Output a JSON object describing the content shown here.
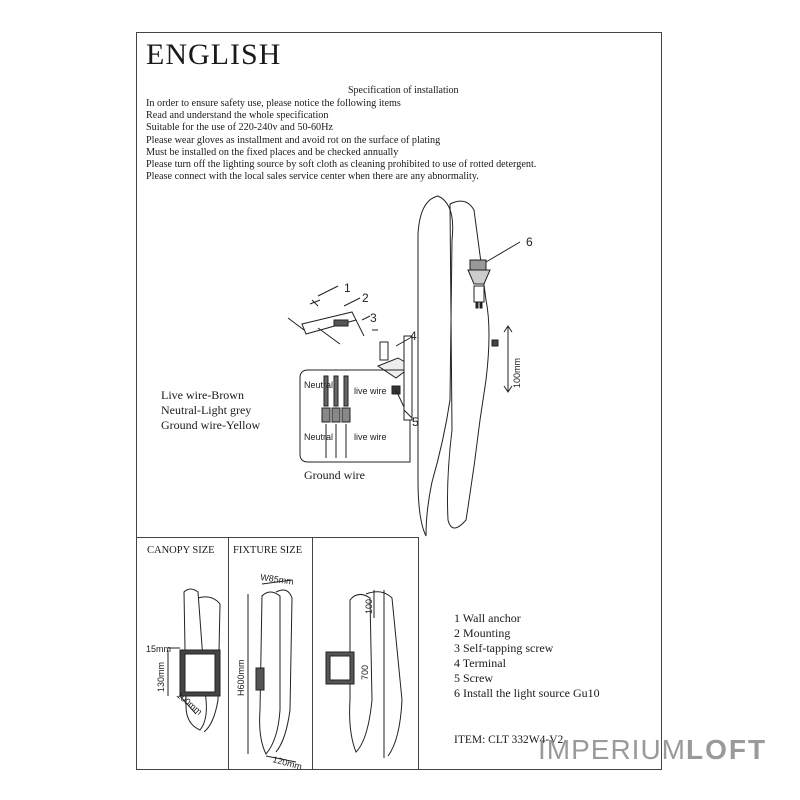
{
  "title": "ENGLISH",
  "spec_title": "Specification of installation",
  "spec_lines": [
    "In order to ensure safety use, please notice the following items",
    "Read and understand the whole specification",
    "Suitable for the use of 220-240v and 50-60Hz",
    "Please wear gloves as installment and avoid rot on the surface of plating",
    "Must be installed on the fixed places and be checked annually",
    "Please turn off the lighting source by soft cloth as cleaning prohibited to use of rotted detergent.",
    "Please connect with the local sales service center when there are any abnormality."
  ],
  "wires": [
    "Live wire-Brown",
    "Neutral-Light grey",
    "Ground wire-Yellow"
  ],
  "ground_wire": "Ground wire",
  "callouts": {
    "n1": "1",
    "n2": "2",
    "n3": "3",
    "n4": "4",
    "n5": "5",
    "n6": "6"
  },
  "wire_diagram": {
    "neutral_top": "Neutral",
    "live_top": "live wire",
    "neutral_bottom": "Neutral",
    "live_bottom": "live wire"
  },
  "dims": {
    "h100": "100mm",
    "w85": "W85mm",
    "h600": "H600mm",
    "w120": "120mm",
    "d15": "15mm",
    "h130": "130mm",
    "w100": "100mm",
    "l700": "700",
    "l100": "100"
  },
  "canopy_label": "CANOPY SIZE",
  "fixture_label": "FIXTURE SIZE",
  "parts": [
    "1 Wall anchor",
    "2 Mounting",
    "3 Self-tapping screw",
    "4 Terminal",
    "5 Screw",
    "6 Install the light source Gu10"
  ],
  "item": "ITEM: CLT 332W4-V2",
  "watermark": {
    "a": "IMPERIUM",
    "b": "LOFT"
  }
}
